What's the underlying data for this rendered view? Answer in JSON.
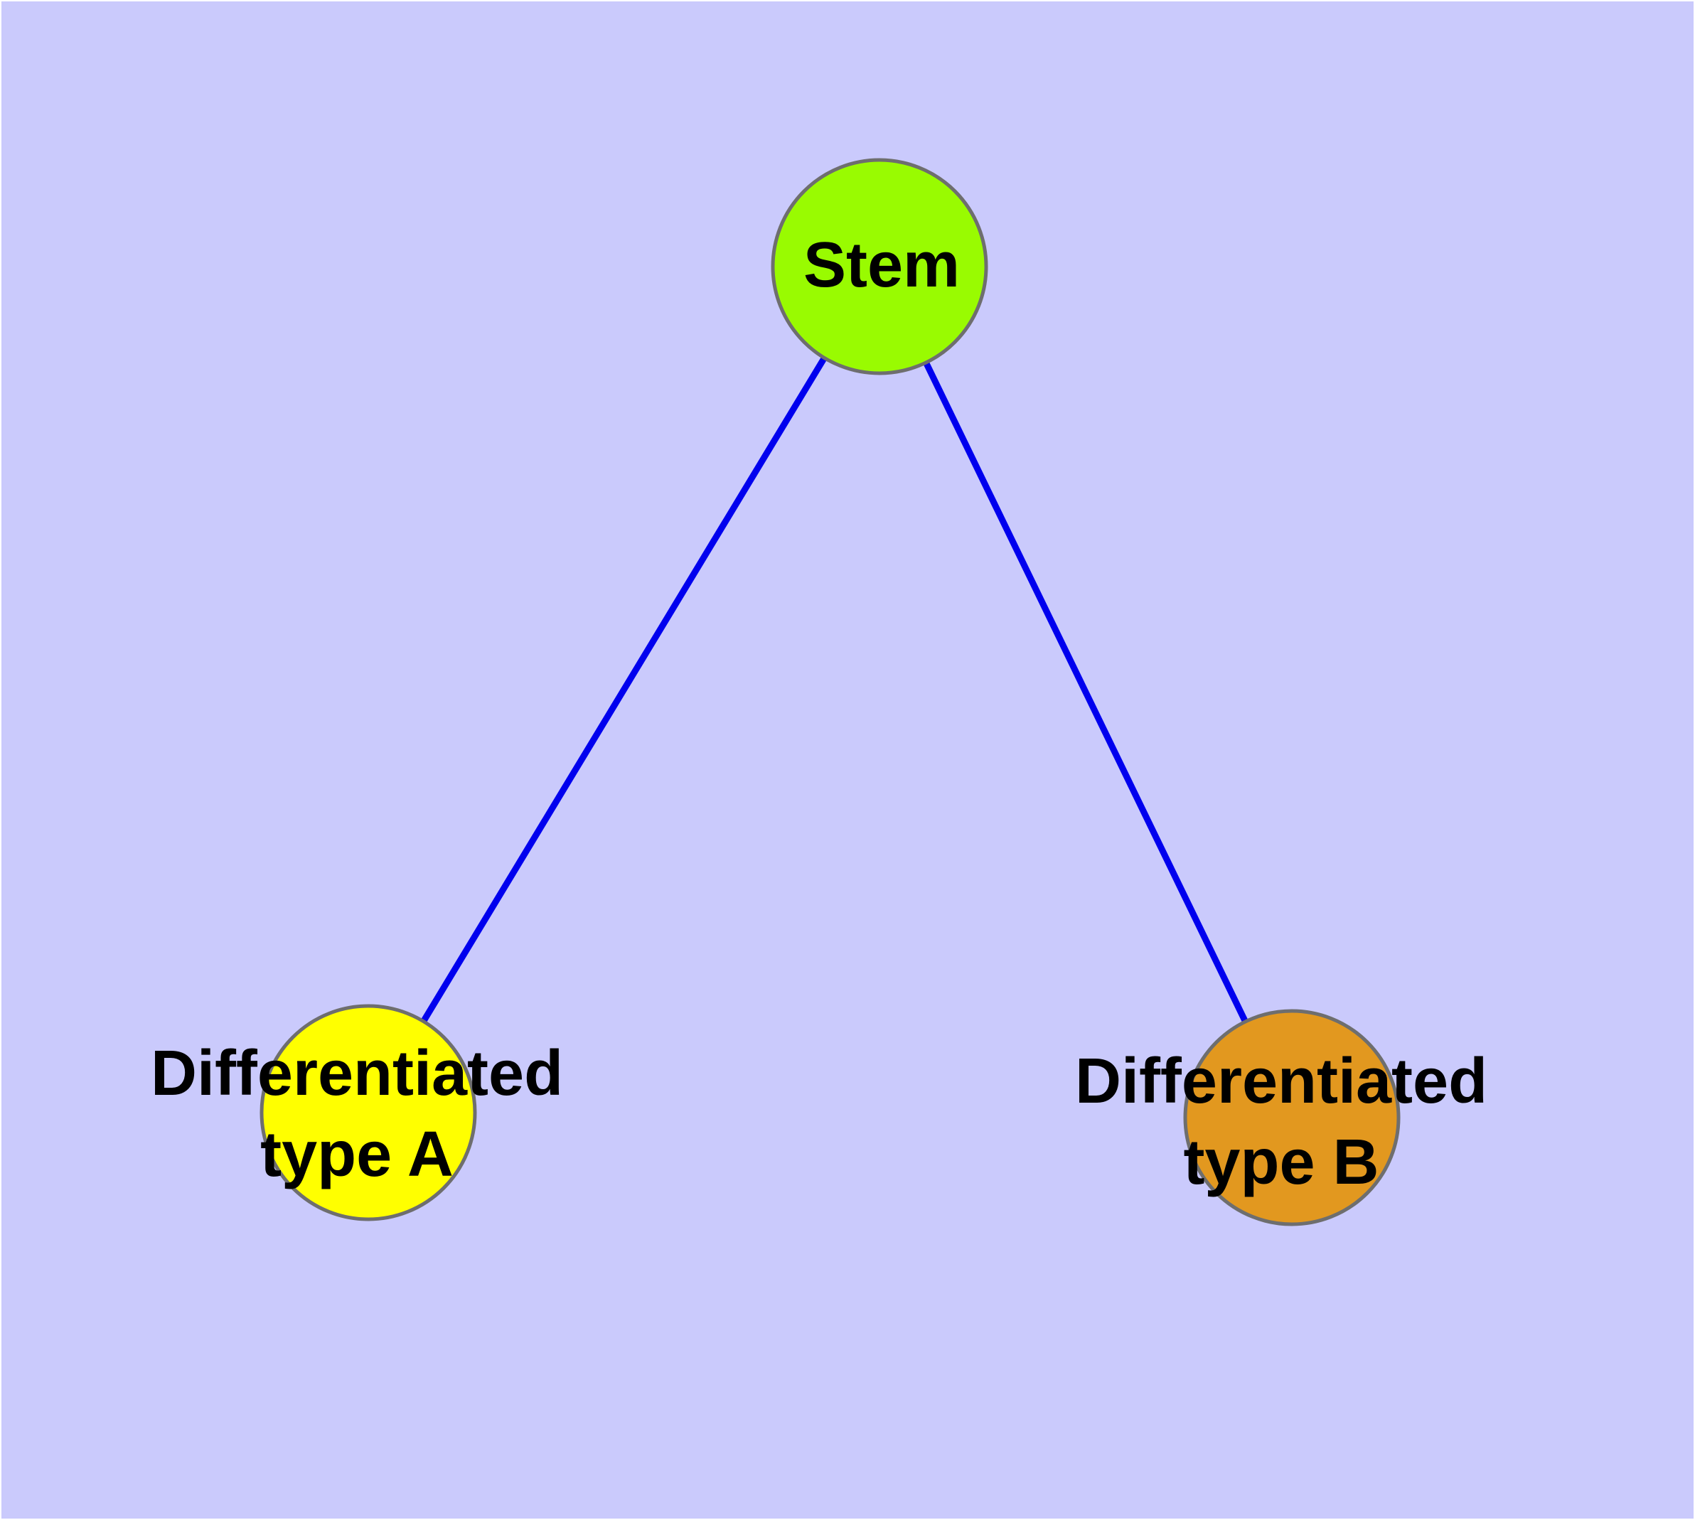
{
  "diagram": {
    "type": "graph",
    "description": "Stem cell differentiation tree: one stem node linked to two differentiated cell-type nodes",
    "colors": {
      "background": "#cacafc",
      "frame": "#ffffff",
      "edge": "#0000ee",
      "node_border": "#6e6e6e",
      "label": "#000000"
    },
    "nodes": [
      {
        "id": "stem",
        "label": "Stem",
        "fill": "#99fb01"
      },
      {
        "id": "differentiated-type-a",
        "label": "Differentiated type A",
        "label_line1": "Differentiated",
        "label_line2": "type A",
        "fill": "#ffff00"
      },
      {
        "id": "differentiated-type-b",
        "label": "Differentiated type B",
        "label_line1": "Differentiated",
        "label_line2": "type B",
        "fill": "#e2981f"
      }
    ],
    "edges": [
      {
        "from": "Stem",
        "to": "Differentiated type A"
      },
      {
        "from": "Stem",
        "to": "Differentiated type B"
      }
    ]
  }
}
